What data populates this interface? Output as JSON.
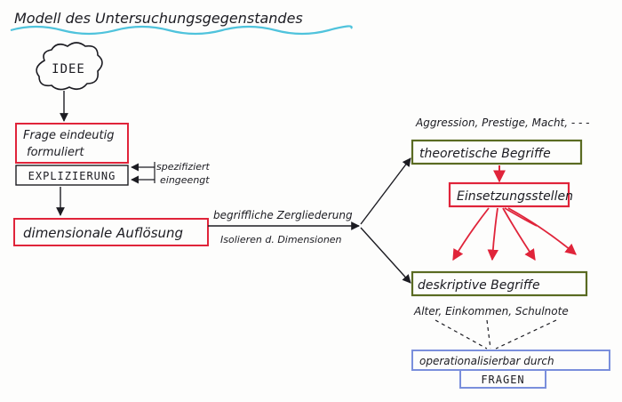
{
  "title": "Modell des Untersuchungsgegenstandes",
  "nodes": {
    "idee": "IDEE",
    "frage_line1": "Frage eindeutig",
    "frage_line2": "formuliert",
    "explizierung": "EXPLIZIERUNG",
    "spezifiziert": "spezifiziert",
    "eingeengt": "eingeengt",
    "dimensionale": "dimensionale Auflösung",
    "begriffliche": "begriffliche Zergliederung",
    "isolieren": "Isolieren d. Dimensionen",
    "examples_top": "Aggression, Prestige, Macht, - - -",
    "theoretische": "theoretische Begriffe",
    "einsetzungsstellen": "Einsetzungsstellen",
    "deskriptive": "deskriptive Begriffe",
    "examples_bottom": "Alter, Einkommen, Schulnote",
    "operationalisierbar": "operationalisierbar durch",
    "fragen": "FRAGEN"
  },
  "colors": {
    "ink": "#1c1c22",
    "red": "#e0243a",
    "olive": "#5a6b22",
    "blue": "#7a8fdc",
    "cyan": "#4fc3dc"
  }
}
